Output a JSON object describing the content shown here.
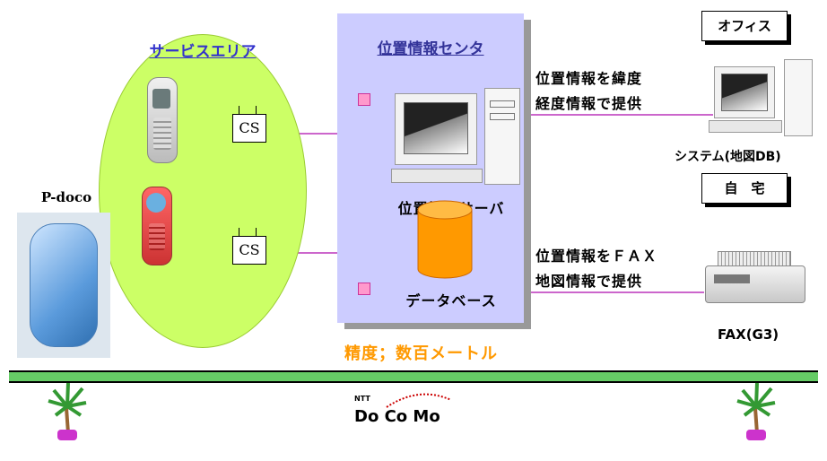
{
  "service_area": {
    "label": "サービスエリア"
  },
  "cs_stations": [
    {
      "label": "CS"
    },
    {
      "label": "CS"
    }
  ],
  "pdoco": {
    "label": "P-doco"
  },
  "center": {
    "label": "位置情報センタ",
    "server_label": "位置情報サーバ",
    "db_label": "データベース"
  },
  "office": {
    "tag": "オフィス",
    "line1": "位置情報を緯度",
    "line2": "経度情報で提供",
    "system_label": "システム(地図DB)"
  },
  "home": {
    "tag": "自　宅",
    "line1": "位置情報をＦＡＸ",
    "line2": "地図情報で提供",
    "fax_label": "FAX(G3)"
  },
  "precision": "精度；数百メートル",
  "logo": {
    "small": "NTT",
    "main": "Do Co Mo"
  },
  "colors": {
    "service_area": "#ccff66",
    "center_panel": "#ccccff",
    "link_line": "#cc66cc",
    "precision": "#ff9900",
    "title_blue": "#3333cc",
    "ground": "#66cc66"
  }
}
